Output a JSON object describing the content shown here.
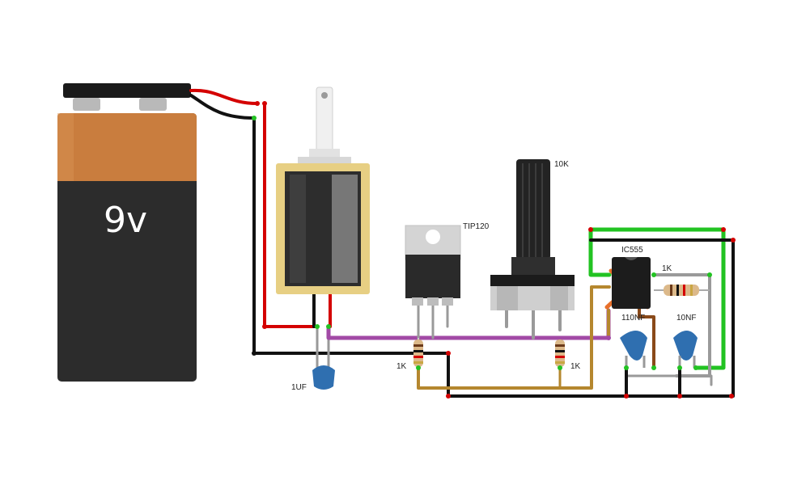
{
  "battery": {
    "label": "9v"
  },
  "components": {
    "capacitor_1uf": "1UF",
    "transistor": "TIP120",
    "resistor_base": "1K",
    "potentiometer": "10K",
    "resistor_pot": "1K",
    "ic": "IC555",
    "resistor_ic": "1K",
    "capacitor_110nf": "110NF",
    "capacitor_10nf": "10NF"
  },
  "colors": {
    "wire_red": "#d40000",
    "wire_black": "#111111",
    "wire_purple": "#a24aa6",
    "wire_orange": "#b5872e",
    "wire_green": "#22c322",
    "wire_gray": "#9a9a9a",
    "battery_orange": "#c97d3e",
    "battery_dark": "#2c2c2c",
    "capacitor_blue": "#2f6fb0",
    "solenoid_gold": "#e7cf83"
  }
}
